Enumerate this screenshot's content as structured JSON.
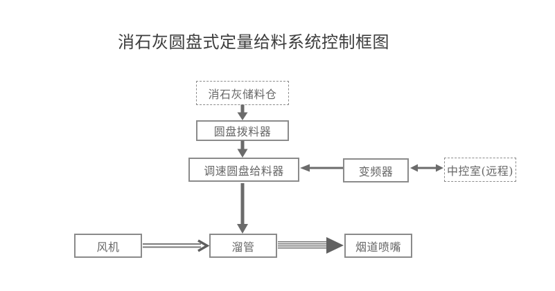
{
  "title": {
    "text": "消石灰圆盘式定量给料系统控制框图"
  },
  "diagram": {
    "nodes": [
      {
        "id": "silo",
        "label": "消石灰储料仓",
        "box_style": "dashed"
      },
      {
        "id": "picker",
        "label": "圆盘拨料器",
        "box_style": "solid"
      },
      {
        "id": "feeder",
        "label": "调速圆盘给料器",
        "box_style": "solid"
      },
      {
        "id": "inverter",
        "label": "变频器",
        "box_style": "solid"
      },
      {
        "id": "control",
        "label": "中控室(远程)",
        "box_style": "dashed"
      },
      {
        "id": "fan",
        "label": "风机",
        "box_style": "solid"
      },
      {
        "id": "chute",
        "label": "溜管",
        "box_style": "solid"
      },
      {
        "id": "nozzle",
        "label": "烟道喷嘴",
        "box_style": "solid"
      }
    ],
    "edges": [
      {
        "from": "silo",
        "to": "picker",
        "type": "thick-down-arrow"
      },
      {
        "from": "picker",
        "to": "feeder",
        "type": "thick-down-arrow"
      },
      {
        "from": "feeder",
        "to": "chute",
        "type": "thick-down-arrow"
      },
      {
        "from": "inverter",
        "to": "feeder",
        "type": "thin-left-arrow"
      },
      {
        "from": "inverter",
        "to": "control",
        "type": "double-headed-arrow"
      },
      {
        "from": "fan",
        "to": "chute",
        "type": "double-line-arrow"
      },
      {
        "from": "chute",
        "to": "nozzle",
        "type": "multi-line-thick-arrow"
      }
    ]
  },
  "colors": {
    "background": "#ffffff",
    "title_text": "#3d3d3d",
    "node_text": "#666666",
    "node_border": "#8a8a8a",
    "arrow": "#6b6b6b"
  }
}
